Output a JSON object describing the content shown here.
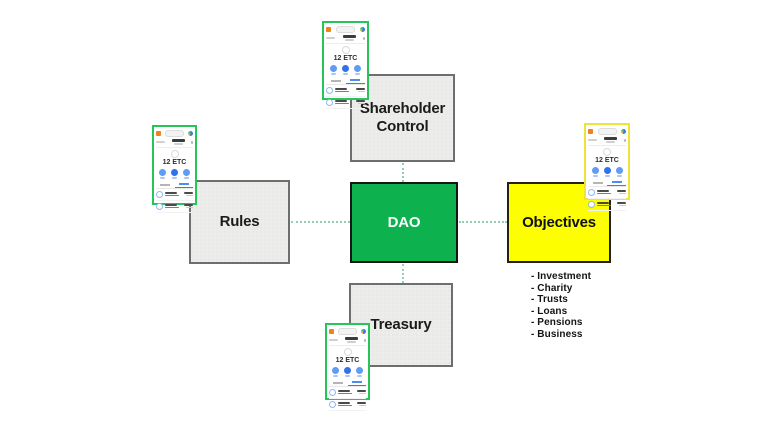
{
  "diagram": {
    "center_node": {
      "label": "DAO",
      "bg_color": "#0db14e",
      "text_color": "#ffffff"
    },
    "nodes": {
      "shareholder": {
        "label": "Shareholder Control"
      },
      "rules": {
        "label": "Rules"
      },
      "objectives": {
        "label": "Objectives",
        "bg_color": "#fdff00"
      },
      "treasury": {
        "label": "Treasury"
      }
    },
    "objectives_list": {
      "items": [
        "- Investment",
        "- Charity",
        "- Trusts",
        "- Loans",
        "- Pensions",
        "- Business"
      ]
    },
    "connector_color": "#8fd0ae"
  },
  "wallet": {
    "balance": "12 ETC",
    "border_color_green": "#25c659",
    "border_color_yellow": "#efe33a"
  }
}
